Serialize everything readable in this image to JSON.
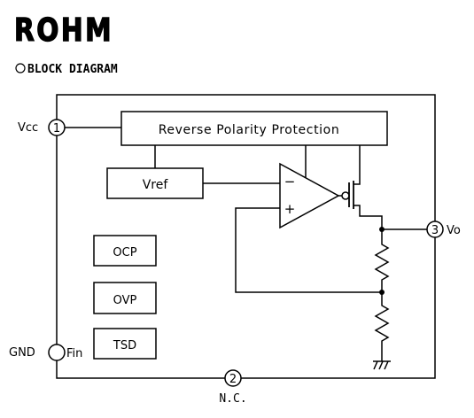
{
  "brand": {
    "logo_text": "ROHM"
  },
  "heading": {
    "marker": "○",
    "title": "BLOCK DIAGRAM"
  },
  "blocks": {
    "rpp": "Reverse Polarity Protection",
    "vref": "Vref",
    "ocp": "OCP",
    "ovp": "OVP",
    "tsd": "TSD"
  },
  "opamp": {
    "minus": "−",
    "plus": "+"
  },
  "pins": {
    "p1": {
      "number": "1",
      "label": "Vcc"
    },
    "p2": {
      "number": "2",
      "label": "N.C."
    },
    "p3": {
      "number": "3",
      "label": "Vo"
    },
    "gnd": {
      "label": "GND"
    },
    "fin": {
      "label": "Fin"
    }
  },
  "colors": {
    "ink": "#000000",
    "background": "#ffffff"
  }
}
